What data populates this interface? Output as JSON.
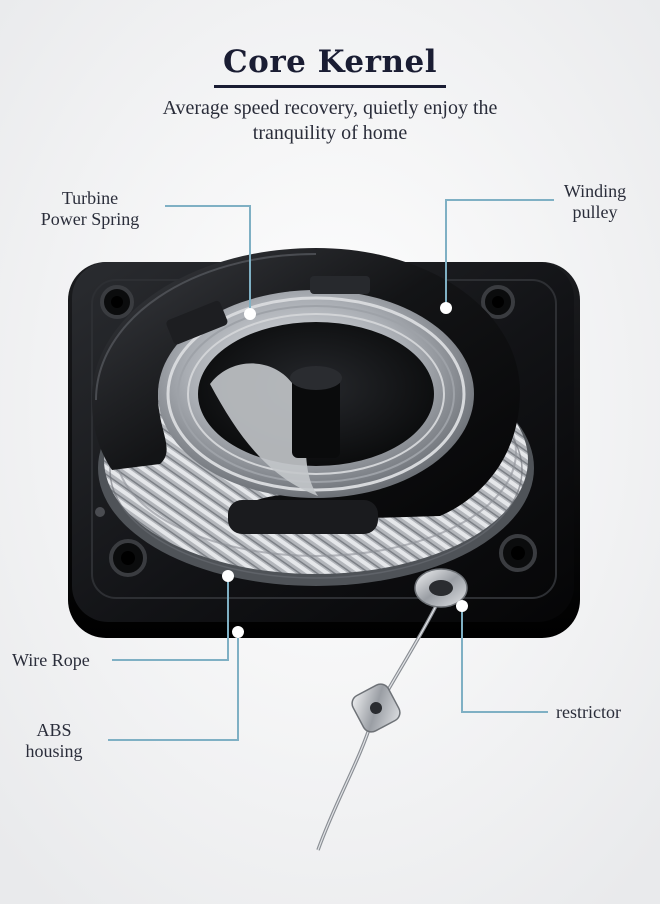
{
  "header": {
    "title": "Core Kernel",
    "subtitle_line1": "Average speed recovery, quietly enjoy the",
    "subtitle_line2": "tranquility of home"
  },
  "callouts": {
    "turbine_line1": "Turbine",
    "turbine_line2": "Power Spring",
    "winding_line1": "Winding",
    "winding_line2": "pulley",
    "wire_rope": "Wire Rope",
    "abs_line1": "ABS",
    "abs_line2": "housing",
    "restrictor": "restrictor"
  },
  "colors": {
    "leader_line": "#7fb0c4",
    "title_text": "#1a1d33",
    "housing": "#111214",
    "steel": "#b9bcc1"
  }
}
